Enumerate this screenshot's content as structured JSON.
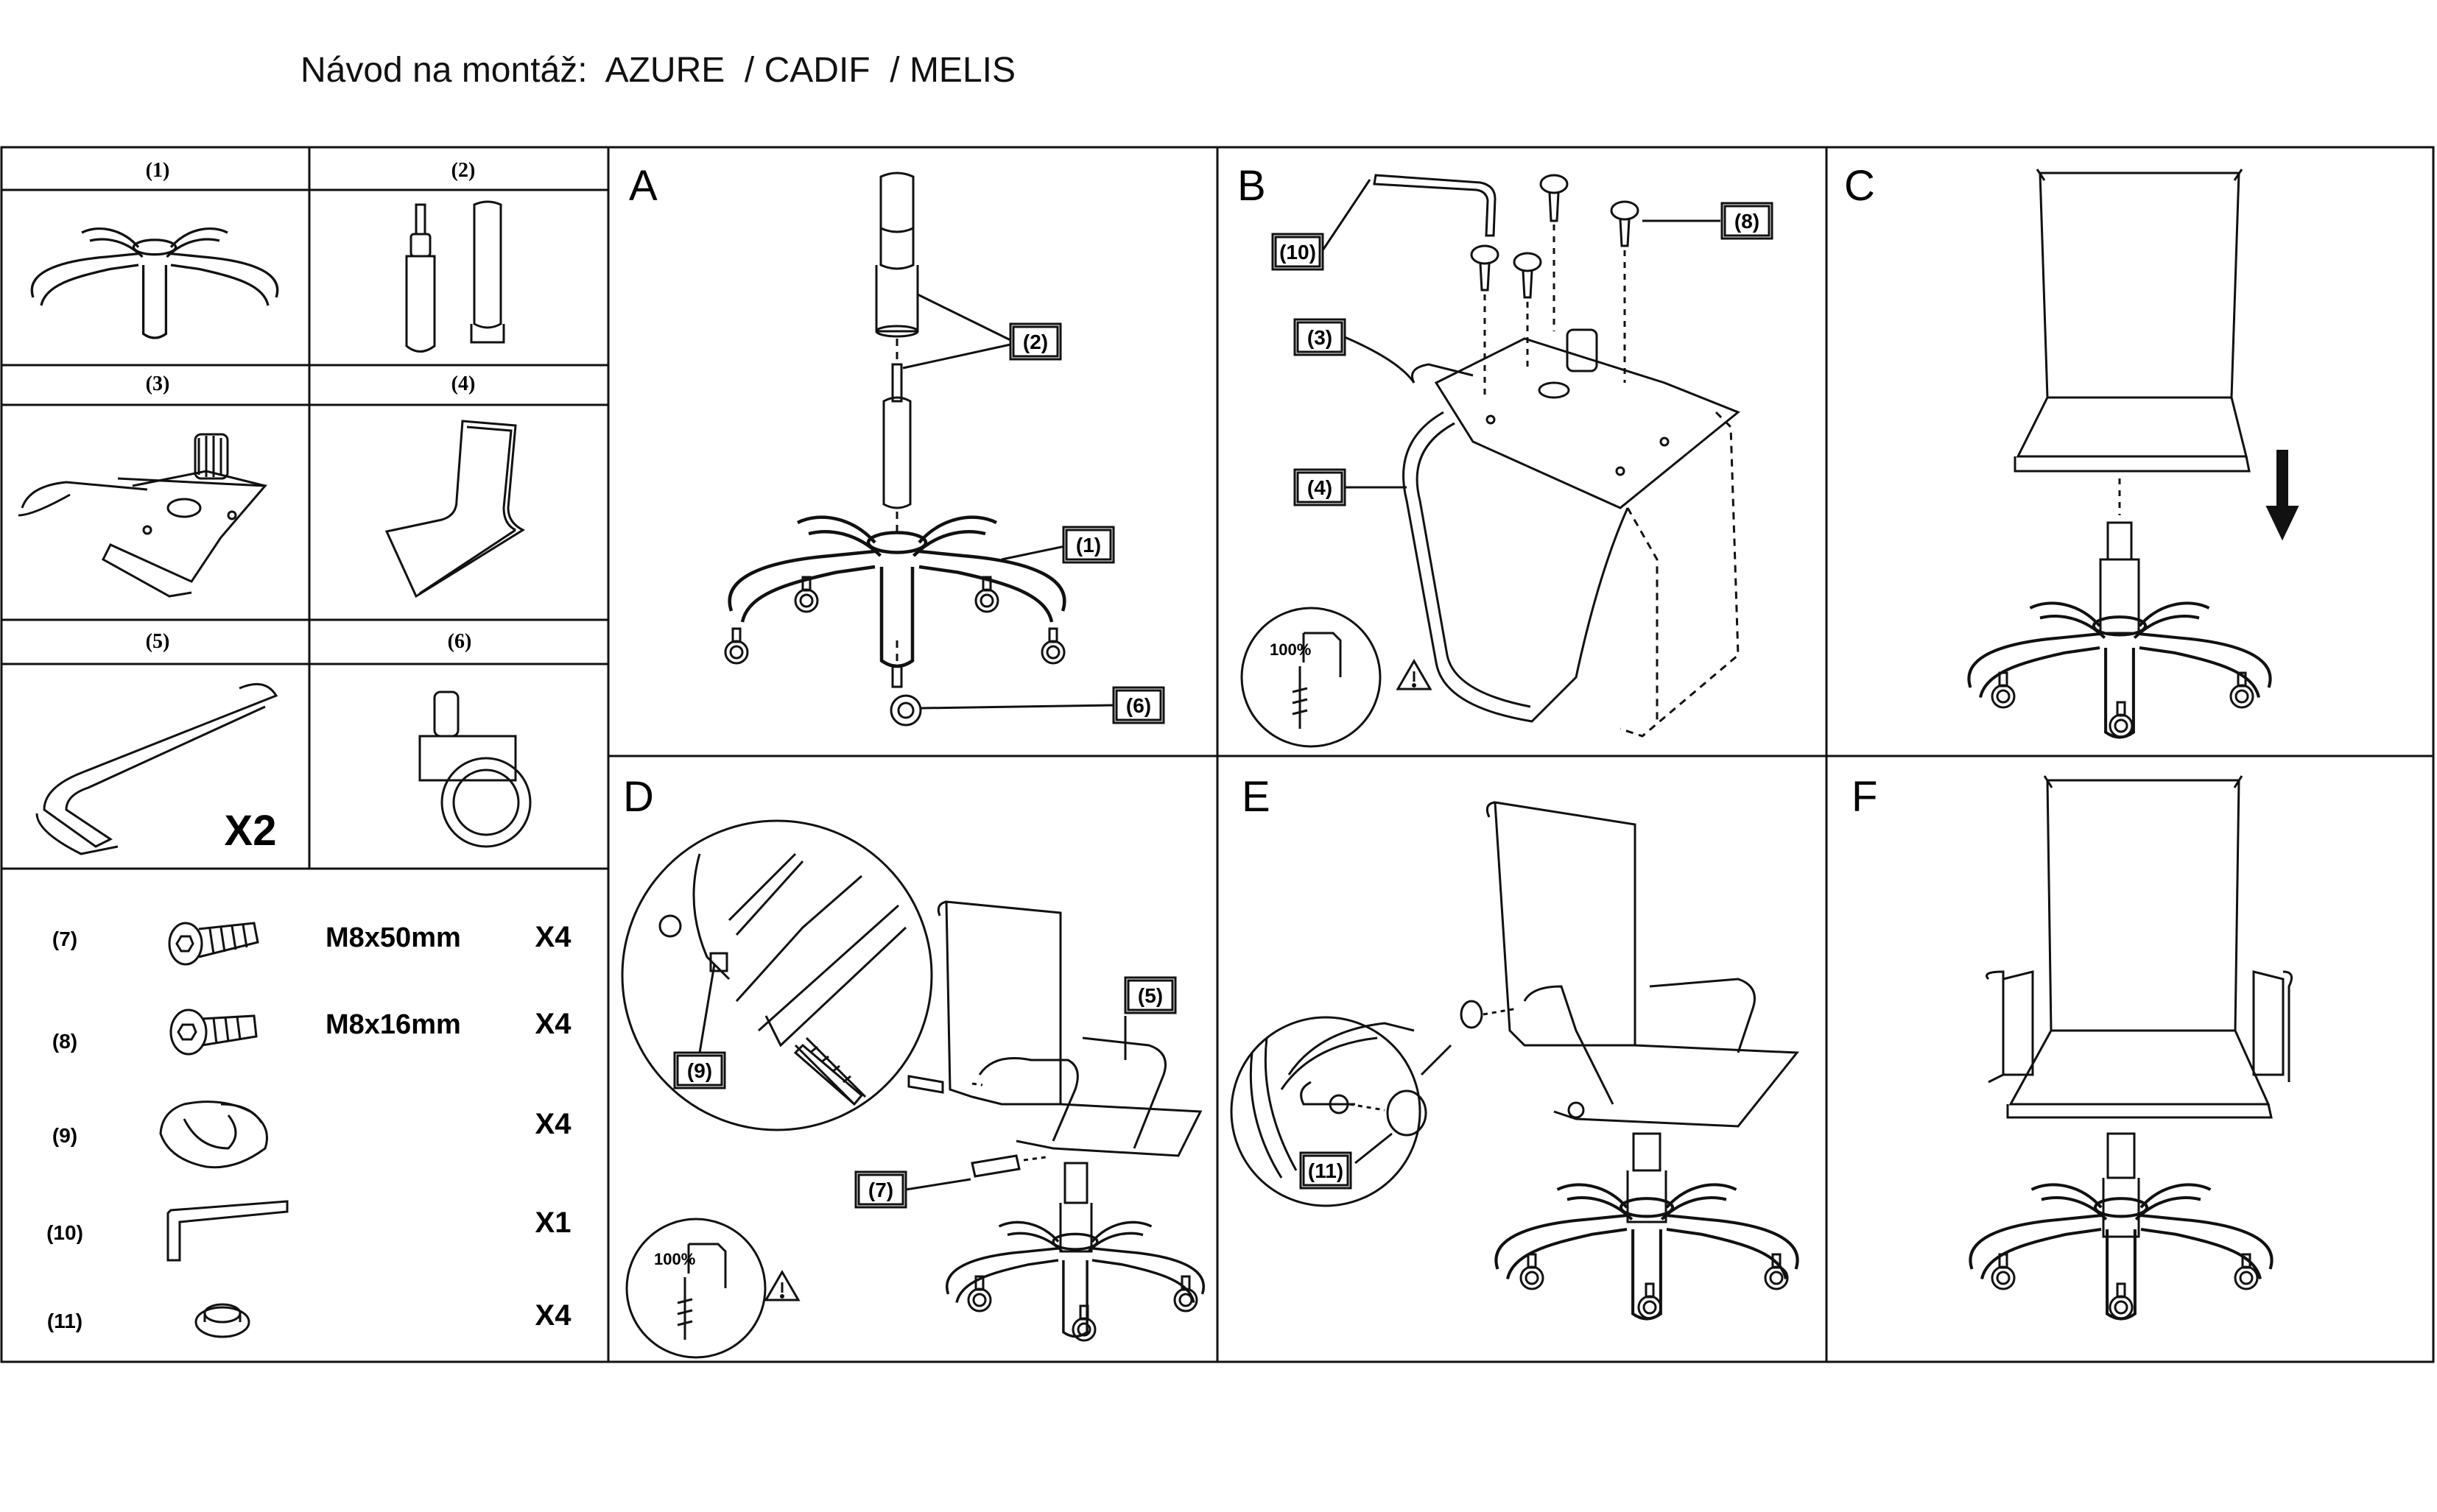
{
  "document": {
    "title": "Návod na montáž:  AZURE  / CADIF  / MELIS"
  },
  "parts": [
    {
      "number": "(1)",
      "icon": "star-base-icon"
    },
    {
      "number": "(2)",
      "icon": "gas-lift-icon"
    },
    {
      "number": "(3)",
      "icon": "tilt-mechanism-icon"
    },
    {
      "number": "(4)",
      "icon": "seat-back-icon"
    },
    {
      "number": "(5)",
      "icon": "armrest-icon",
      "quantity": "X2"
    },
    {
      "number": "(6)",
      "icon": "caster-icon"
    }
  ],
  "hardware": [
    {
      "number": "(7)",
      "icon": "bolt-long-icon",
      "size": "M8x50mm",
      "quantity": "X4"
    },
    {
      "number": "(8)",
      "icon": "bolt-short-icon",
      "size": "M8x16mm",
      "quantity": "X4"
    },
    {
      "number": "(9)",
      "icon": "bushing-icon",
      "size": "",
      "quantity": "X4"
    },
    {
      "number": "(10)",
      "icon": "allen-key-icon",
      "size": "",
      "quantity": "X1"
    },
    {
      "number": "(11)",
      "icon": "cap-icon",
      "size": "",
      "quantity": "X4"
    }
  ],
  "steps": [
    {
      "letter": "A",
      "callouts": [
        "(2)",
        "(1)",
        "(6)"
      ]
    },
    {
      "letter": "B",
      "callouts": [
        "(10)",
        "(8)",
        "(3)",
        "(4)"
      ],
      "torque": "100%"
    },
    {
      "letter": "C",
      "callouts": []
    },
    {
      "letter": "D",
      "callouts": [
        "(5)",
        "(9)",
        "(7)"
      ],
      "torque": "100%"
    },
    {
      "letter": "E",
      "callouts": [
        "(11)"
      ]
    },
    {
      "letter": "F",
      "callouts": []
    }
  ]
}
